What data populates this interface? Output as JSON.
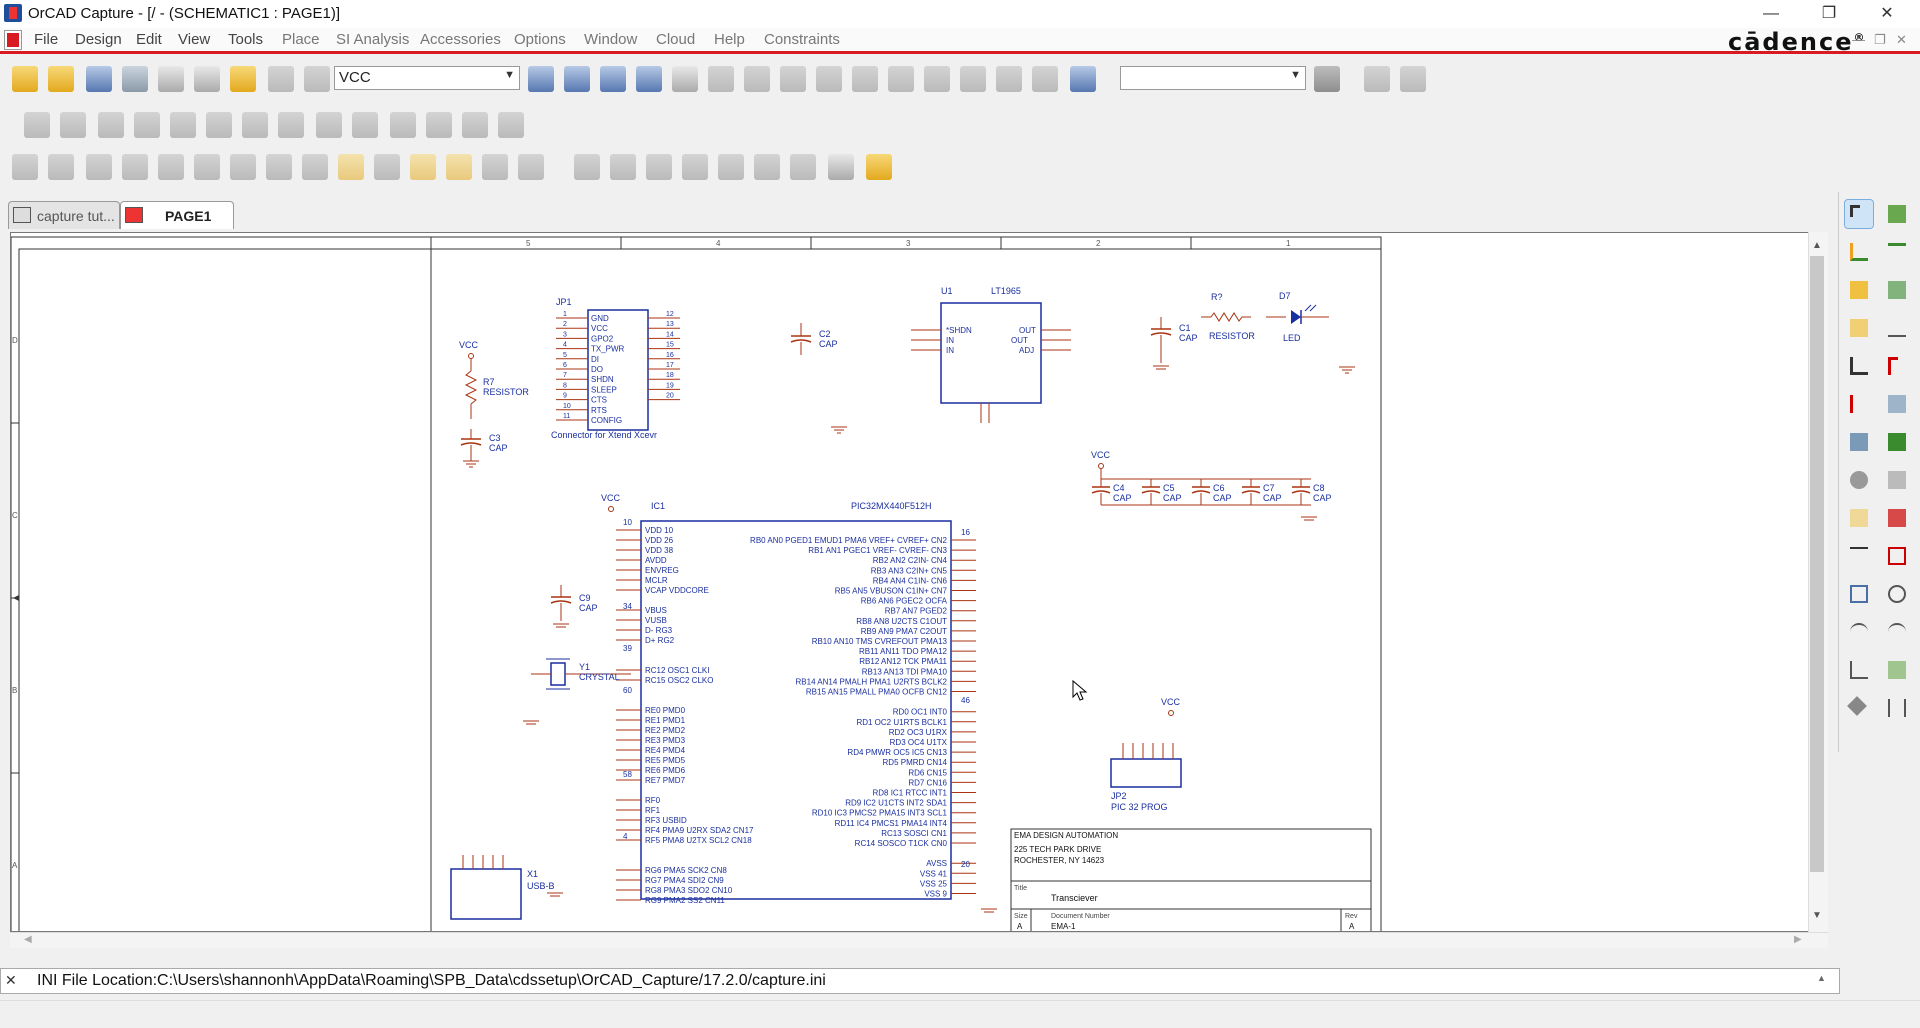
{
  "window": {
    "title": "OrCAD Capture - [/ - (SCHEMATIC1 : PAGE1)]",
    "controls": {
      "minimize": "—",
      "restore": "❐",
      "close": "✕"
    }
  },
  "menu": {
    "items": [
      "File",
      "Design",
      "Edit",
      "View",
      "Tools",
      "Place",
      "SI Analysis",
      "Accessories",
      "Options",
      "Window",
      "Cloud",
      "Help",
      "Constraints"
    ],
    "brand": "cādence",
    "brand_mark": "®"
  },
  "toolbar": {
    "part_combo_value": "VCC",
    "search_combo_value": ""
  },
  "tabs": [
    {
      "label": "capture tut...",
      "active": false
    },
    {
      "label": "PAGE1",
      "active": true
    }
  ],
  "schematic": {
    "border_columns": [
      "5",
      "4",
      "3",
      "2",
      "1"
    ],
    "border_rows": [
      "D",
      "C",
      "B",
      "A"
    ],
    "jp1": {
      "ref": "JP1",
      "caption": "Connector for Xtend Xcevr",
      "left_pins": [
        "GND",
        "VCC",
        "GPO2",
        "TX_PWR",
        "DI",
        "DO",
        "SHDN",
        "SLEEP",
        "CTS",
        "RTS",
        "CONFIG"
      ],
      "left_nums": [
        "1",
        "2",
        "3",
        "4",
        "5",
        "6",
        "7",
        "8",
        "9",
        "10",
        "11"
      ],
      "right_nums": [
        "12",
        "13",
        "14",
        "15",
        "16",
        "17",
        "18",
        "19",
        "20"
      ]
    },
    "r7": {
      "ref": "R7",
      "value": "RESISTOR"
    },
    "vcc_label": "VCC",
    "c2": {
      "ref": "C2",
      "value": "CAP"
    },
    "c3": {
      "ref": "C3",
      "value": "CAP"
    },
    "u1": {
      "ref": "U1",
      "value": "LT1965",
      "left_pins": [
        "*SHDN",
        "IN",
        "IN"
      ],
      "right_pins": [
        "OUT",
        "OUT",
        "ADJ"
      ]
    },
    "r": {
      "ref": "R?",
      "value": "RESISTOR"
    },
    "d7": {
      "ref": "D7",
      "value": "LED"
    },
    "c1": {
      "ref": "C1",
      "value": "CAP"
    },
    "decoupling": [
      {
        "ref": "C4",
        "value": "CAP"
      },
      {
        "ref": "C5",
        "value": "CAP"
      },
      {
        "ref": "C6",
        "value": "CAP"
      },
      {
        "ref": "C7",
        "value": "CAP"
      },
      {
        "ref": "C8",
        "value": "CAP"
      }
    ],
    "ic1": {
      "ref": "IC1",
      "value": "PIC32MX440F512H",
      "left_pins": [
        "VDD 10",
        "VDD 26",
        "VDD 38",
        "AVDD",
        "ENVREG",
        "MCLR",
        "VCAP VDDCORE",
        "",
        "VBUS",
        "VUSB",
        "D- RG3",
        "D+ RG2",
        "",
        "",
        "RC12 OSC1 CLKI",
        "RC15 OSC2 CLKO",
        "",
        "",
        "RE0 PMD0",
        "RE1 PMD1",
        "RE2 PMD2",
        "RE3 PMD3",
        "RE4 PMD4",
        "RE5 PMD5",
        "RE6 PMD6",
        "RE7 PMD7",
        "",
        "RF0",
        "RF1",
        "RF3 USBID",
        "RF4 PMA9 U2RX SDA2 CN17",
        "RF5 PMA8 U2TX SCL2 CN18",
        "",
        "",
        "RG6 PMA5 SCK2 CN8",
        "RG7 PMA4 SDI2 CN9",
        "RG8 PMA3 SDO2 CN10",
        "RG9 PMA2 SS2 CN11"
      ],
      "right_pins": [
        "RB0 AN0 PGED1 EMUD1 PMA6 VREF+ CVREF+ CN2",
        "RB1 AN1 PGEC1 VREF- CVREF- CN3",
        "RB2 AN2 C2IN- CN4",
        "RB3 AN3 C2IN+ CN5",
        "RB4 AN4 C1IN- CN6",
        "RB5 AN5 VBUSON C1IN+ CN7",
        "RB6 AN6 PGEC2 OCFA",
        "RB7 AN7 PGED2",
        "RB8 AN8 U2CTS C1OUT",
        "RB9 AN9 PMA7 C2OUT",
        "RB10 AN10 TMS CVREFOUT PMA13",
        "RB11 AN11 TDO PMA12",
        "RB12 AN12 TCK PMA11",
        "RB13 AN13 TDI PMA10",
        "RB14 AN14 PMALH PMA1 U2RTS BCLK2",
        "RB15 AN15 PMALL PMA0 OCFB CN12",
        "",
        "RD0 OC1 INT0",
        "RD1 OC2 U1RTS BCLK1",
        "RD2 OC3 U1RX",
        "RD3 OC4 U1TX",
        "RD4 PMWR OC5 IC5 CN13",
        "RD5 PMRD CN14",
        "RD6 CN15",
        "RD7 CN16",
        "RD8 IC1 RTCC INT1",
        "RD9 IC2 U1CTS INT2 SDA1",
        "RD10 IC3 PMCS2 PMA15 INT3 SCL1",
        "RD11 IC4 PMCS1 PMA14 INT4",
        "RC13 SOSCI CN1",
        "RC14 SOSCO T1CK CN0",
        "",
        "AVSS",
        "VSS 41",
        "VSS 25",
        "VSS 9"
      ],
      "left_nums_top": [
        "10",
        "34",
        "39",
        "60",
        "58",
        "4"
      ],
      "right_nums_top": [
        "16",
        "46",
        "20"
      ]
    },
    "c9": {
      "ref": "C9",
      "value": "CAP"
    },
    "y1": {
      "ref": "Y1",
      "value": "CRYSTAL"
    },
    "x1": {
      "ref": "X1",
      "value": "USB-B"
    },
    "jp2": {
      "ref": "JP2",
      "value": "PIC 32 PROG"
    },
    "title_block": {
      "company": "EMA DESIGN AUTOMATION",
      "address1": "225 TECH PARK DRIVE",
      "address2": "ROCHESTER, NY 14623",
      "title_label": "Title",
      "title_value": "Transciever",
      "size_label": "Size",
      "size_value": "A",
      "docnum_label": "Document Number",
      "docnum_value": "EMA-1",
      "rev_label": "Rev",
      "rev_value": "A"
    }
  },
  "status": {
    "close_glyph": "✕",
    "text": "INI File Location:C:\\Users\\shannonh\\AppData\\Roaming\\SPB_Data\\cdssetup\\OrCAD_Capture/17.2.0/capture.ini"
  },
  "scroll": {
    "up": "▲",
    "down": "▼",
    "left": "◀",
    "right": "▶"
  }
}
